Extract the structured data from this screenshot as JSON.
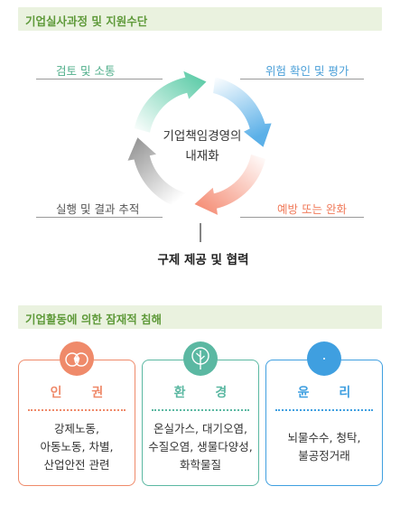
{
  "section1": {
    "title": "기업실사과정 및 지원수단"
  },
  "cycle": {
    "center_line1": "기업책임경영의",
    "center_line2": "내재화",
    "steps": [
      {
        "label": "검토 및 소통",
        "color": "#4fae8a"
      },
      {
        "label": "위험 확인 및 평가",
        "color": "#4a9fd8"
      },
      {
        "label": "예방 또는 완화",
        "color": "#f07a5a"
      },
      {
        "label": "실행 및 결과 추적",
        "color": "#555555"
      }
    ],
    "arrow_colors": [
      "#4fc7a0",
      "#5bb0e8",
      "#f4846a",
      "#8c8c8c"
    ],
    "bottom": "구제 제공 및 협력"
  },
  "section2": {
    "title": "기업활동에 의한 잠재적 침해"
  },
  "categories": [
    {
      "title": "인 권",
      "color": "#ef8a6a",
      "icon": "human-rights-icon",
      "lines": [
        "강제노동,",
        "아동노동, 차별,",
        "산업안전 관련"
      ]
    },
    {
      "title": "환 경",
      "color": "#5bb8a2",
      "icon": "tree-icon",
      "lines": [
        "온실가스, 대기오염,",
        "수질오염, 생물다양성,",
        "화학물질"
      ]
    },
    {
      "title": "윤 리",
      "color": "#3f9fe0",
      "icon": "ethics-icon",
      "lines": [
        "뇌물수수, 청탁,",
        "불공정거래"
      ]
    }
  ]
}
